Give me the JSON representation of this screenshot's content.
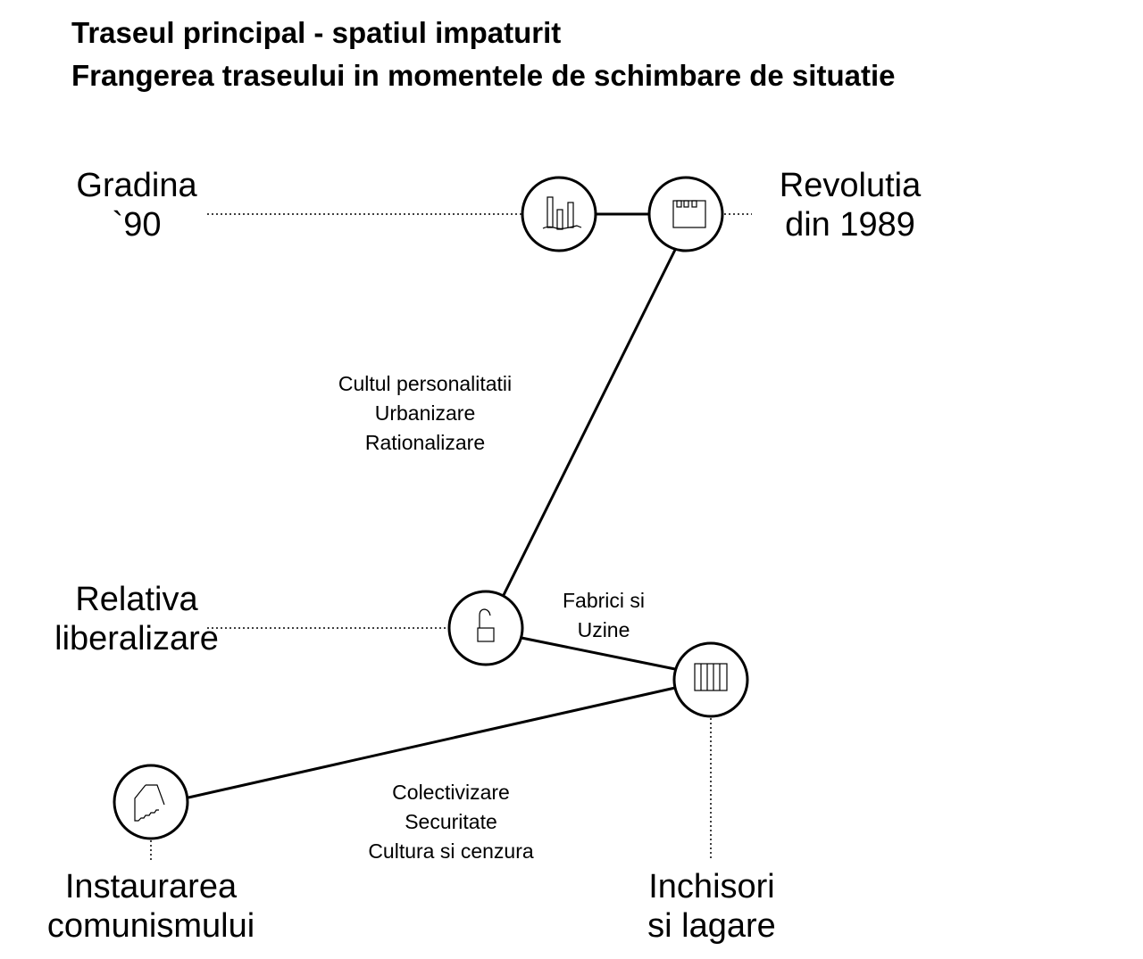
{
  "title": {
    "line1": "Traseul principal - spatiul impaturit",
    "line2": "Frangerea traseului in momentele de schimbare de situatie"
  },
  "nodes": {
    "gradina": {
      "line1": "Gradina",
      "line2": "`90",
      "icon": "city-skyline-icon"
    },
    "revolutia": {
      "line1": "Revolutia",
      "line2": "din 1989",
      "icon": "building-crenellated-icon"
    },
    "relativa": {
      "line1": "Relativa",
      "line2": "liberalizare",
      "icon": "open-padlock-icon"
    },
    "inchisori": {
      "line1": "Inchisori",
      "line2": "si lagare",
      "icon": "prison-bars-icon"
    },
    "instaurarea": {
      "line1": "Instaurarea",
      "line2": "comunismului",
      "icon": "stairs-enclosure-icon"
    }
  },
  "segments": {
    "cultul": [
      "Cultul personalitatii",
      "Urbanizare",
      "Rationalizare"
    ],
    "fabrici": [
      "Fabrici si",
      "Uzine"
    ],
    "colectivizare": [
      "Colectivizare",
      "Securitate",
      "Cultura si cenzura"
    ]
  }
}
